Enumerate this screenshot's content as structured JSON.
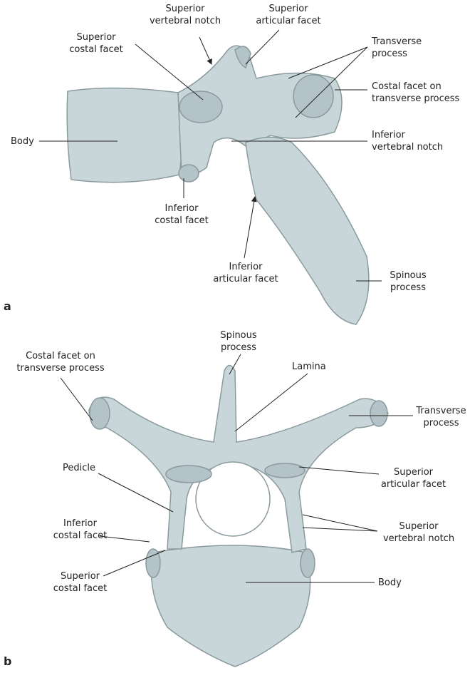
{
  "panels": {
    "a": "a",
    "b": "b"
  },
  "figure_a": {
    "superior_vertebral_notch": "Superior\nvertebral notch",
    "superior_articular_facet": "Superior\narticular facet",
    "superior_costal_facet": "Superior\ncostal facet",
    "transverse_process": "Transverse\nprocess",
    "costal_facet_on_transverse_process": "Costal facet on\ntransverse process",
    "body": "Body",
    "inferior_vertebral_notch": "Inferior\nvertebral notch",
    "inferior_costal_facet": "Inferior\ncostal facet",
    "inferior_articular_facet": "Inferior\narticular facet",
    "spinous_process": "Spinous\nprocess"
  },
  "figure_b": {
    "spinous_process": "Spinous\nprocess",
    "costal_facet_on_transverse_process": "Costal facet on\ntransverse process",
    "lamina": "Lamina",
    "transverse_process": "Transverse\nprocess",
    "pedicle": "Pedicle",
    "superior_articular_facet": "Superior\narticular facet",
    "inferior_costal_facet": "Inferior\ncostal facet",
    "superior_vertebral_notch": "Superior\nvertebral notch",
    "superior_costal_facet": "Superior\ncostal facet",
    "body": "Body"
  },
  "colors": {
    "bone": "#c9d6d9",
    "bone_dark": "#9fb0b4",
    "line": "#222222"
  }
}
